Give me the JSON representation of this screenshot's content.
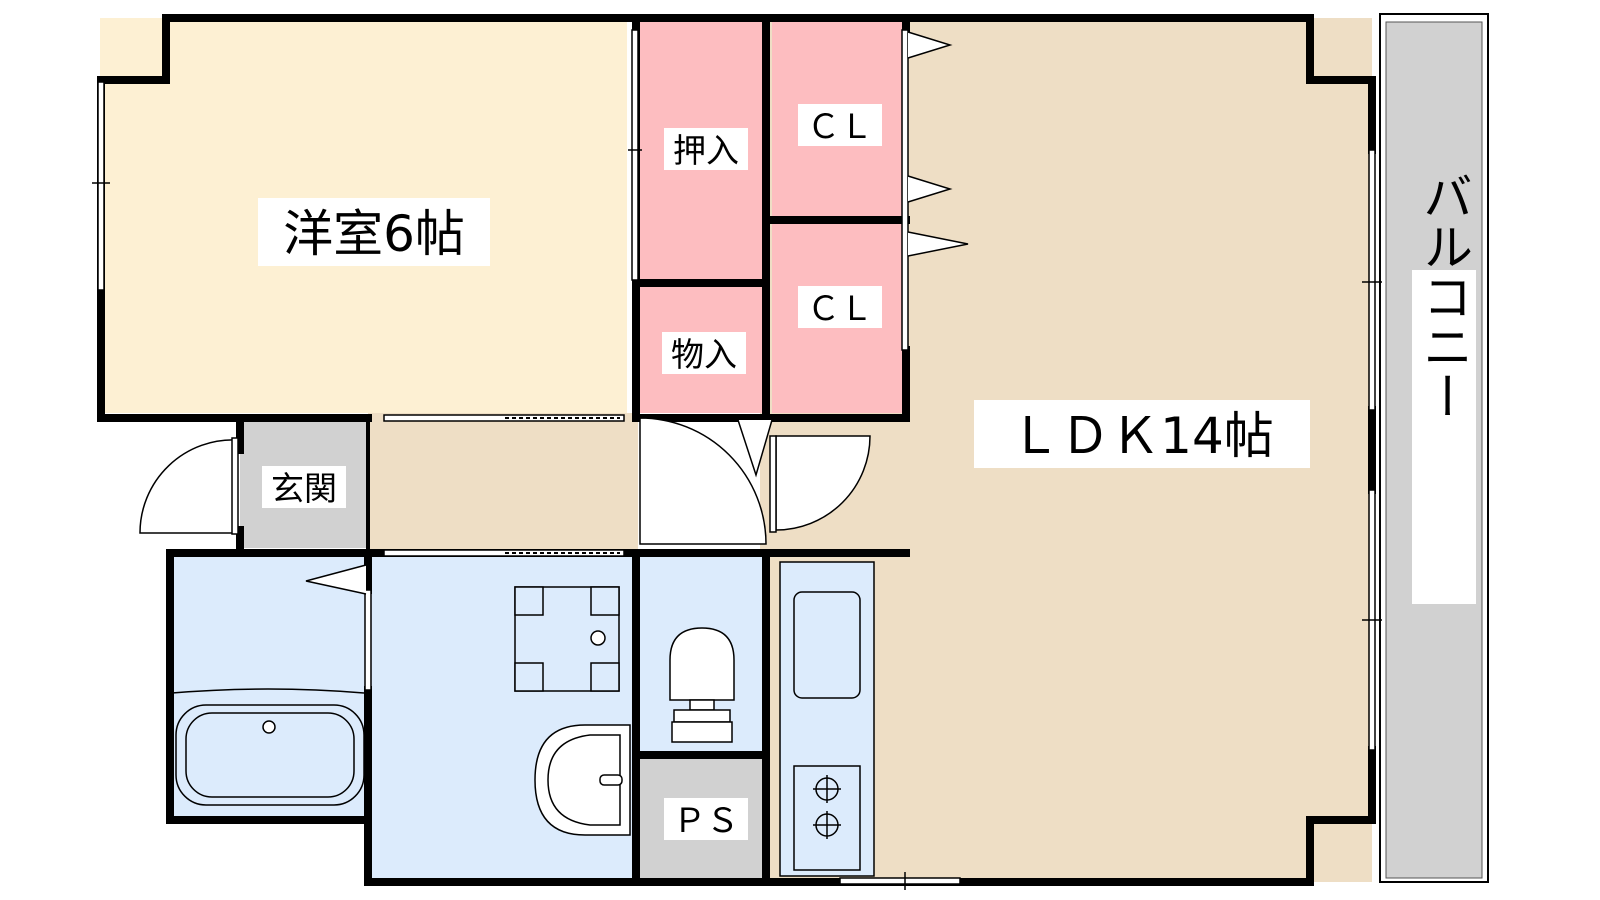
{
  "colors": {
    "western_room": "#fdf0d3",
    "ldk": "#eedec5",
    "storage": "#fdbdc0",
    "wet_area": "#dcebfc",
    "gray_area": "#d1d1d1",
    "wall": "#000000",
    "label_bg": "#ffffff"
  },
  "rooms": {
    "western": "洋室6帖",
    "ldk": "ＬＤＫ14帖",
    "oshiire": "押入",
    "closet_upper": "ＣＬ",
    "closet_lower": "ＣＬ",
    "monoire": "物入",
    "genkan": "玄関",
    "ps": "ＰＳ",
    "balcony": "バルコニー"
  },
  "icons": [
    "bathtub-icon",
    "washing-machine-icon",
    "toilet-icon",
    "washbasin-icon",
    "kitchen-sink-icon",
    "stove-icon",
    "door-swing-icon",
    "window-icon"
  ]
}
